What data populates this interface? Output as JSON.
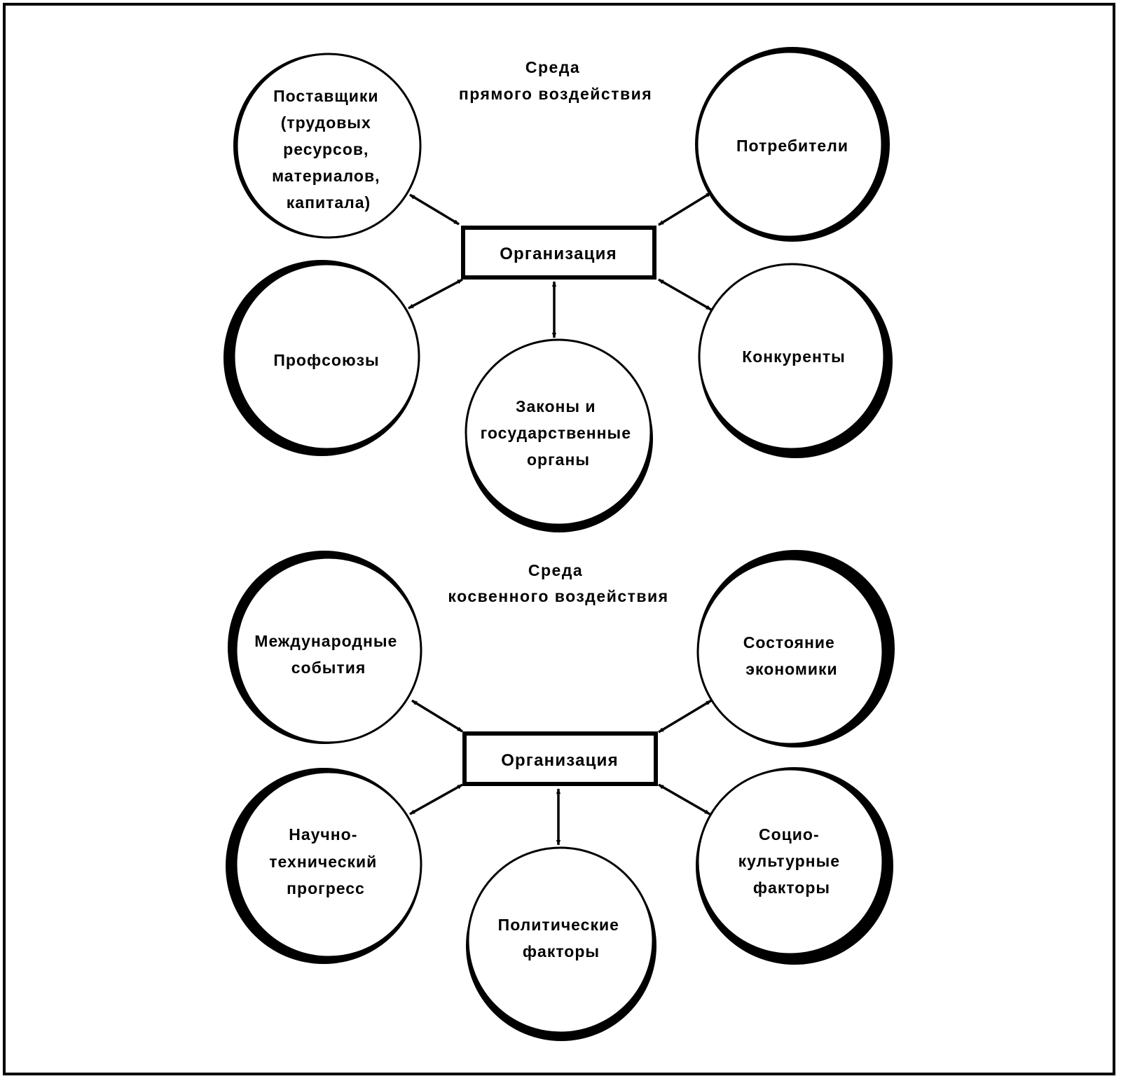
{
  "direct": {
    "heading": [
      "Среда",
      "прямого воздействия"
    ],
    "center": "Организация",
    "nodes": {
      "suppliers": [
        "Поставщики",
        "(трудовых",
        "ресурсов,",
        "материалов,",
        "капитала)"
      ],
      "consumers": [
        "Потребители"
      ],
      "unions": [
        "Профсоюзы"
      ],
      "competitors": [
        "Конкуренты"
      ],
      "laws": [
        "Законы и",
        "государственные",
        "органы"
      ]
    }
  },
  "indirect": {
    "heading": [
      "Среда",
      "косвенного воздействия"
    ],
    "center": "Организация",
    "nodes": {
      "international": [
        "Международные",
        "события"
      ],
      "economy": [
        "Состояние",
        "экономики"
      ],
      "scitech": [
        "Научно-",
        "технический",
        "прогресс"
      ],
      "sociocultural": [
        "Социо-",
        "культурные",
        "факторы"
      ],
      "political": [
        "Политические",
        "факторы"
      ]
    }
  },
  "colors": {
    "ink": "#000000",
    "paper": "#ffffff"
  }
}
